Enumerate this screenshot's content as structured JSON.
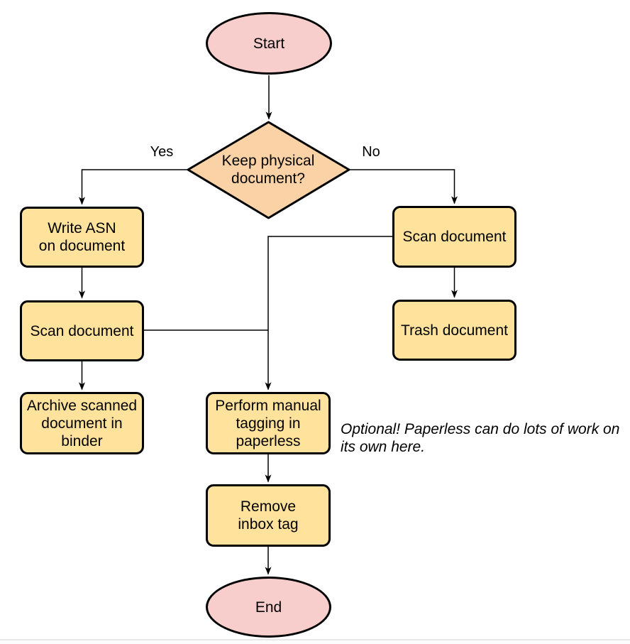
{
  "colors": {
    "terminator_fill": "#f8cecc",
    "decision_fill": "#fbd2a5",
    "process_fill": "#ffe39c",
    "stroke": "#000000",
    "bottom_rule": "#e8e8e8",
    "below_rule_bg": "#fcfcfc"
  },
  "nodes": {
    "start": {
      "type": "terminator",
      "label": "Start"
    },
    "decision": {
      "type": "decision",
      "label": "Keep physical\ndocument?"
    },
    "write_asn": {
      "type": "process",
      "label": "Write ASN\non document"
    },
    "scan_left": {
      "type": "process",
      "label": "Scan document"
    },
    "archive": {
      "type": "process",
      "label": "Archive scanned\ndocument in\nbinder"
    },
    "scan_right": {
      "type": "process",
      "label": "Scan document"
    },
    "trash": {
      "type": "process",
      "label": "Trash document"
    },
    "perform": {
      "type": "process",
      "label": "Perform manual\ntagging in\npaperless"
    },
    "remove": {
      "type": "process",
      "label": "Remove\ninbox tag"
    },
    "end": {
      "type": "terminator",
      "label": "End"
    }
  },
  "edge_labels": {
    "yes": "Yes",
    "no": "No"
  },
  "annotation": {
    "text": "Optional! Paperless can do lots of work on\nits own here."
  }
}
